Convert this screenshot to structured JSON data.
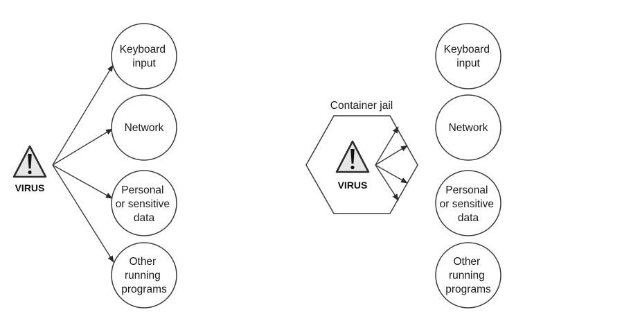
{
  "left_panel": {
    "virus_icon": "warning-triangle-icon",
    "virus_label": "VIRUS",
    "resources": [
      {
        "lines": [
          "Keyboard",
          "input"
        ]
      },
      {
        "lines": [
          "Network"
        ]
      },
      {
        "lines": [
          "Personal",
          "or sensitive",
          "data"
        ]
      },
      {
        "lines": [
          "Other",
          "running",
          "programs"
        ]
      }
    ]
  },
  "right_panel": {
    "container_label": "Container jail",
    "virus_icon": "warning-triangle-icon",
    "virus_label": "VIRUS",
    "resources": [
      {
        "lines": [
          "Keyboard",
          "input"
        ]
      },
      {
        "lines": [
          "Network"
        ]
      },
      {
        "lines": [
          "Personal",
          "or sensitive",
          "data"
        ]
      },
      {
        "lines": [
          "Other",
          "running",
          "programs"
        ]
      }
    ]
  }
}
